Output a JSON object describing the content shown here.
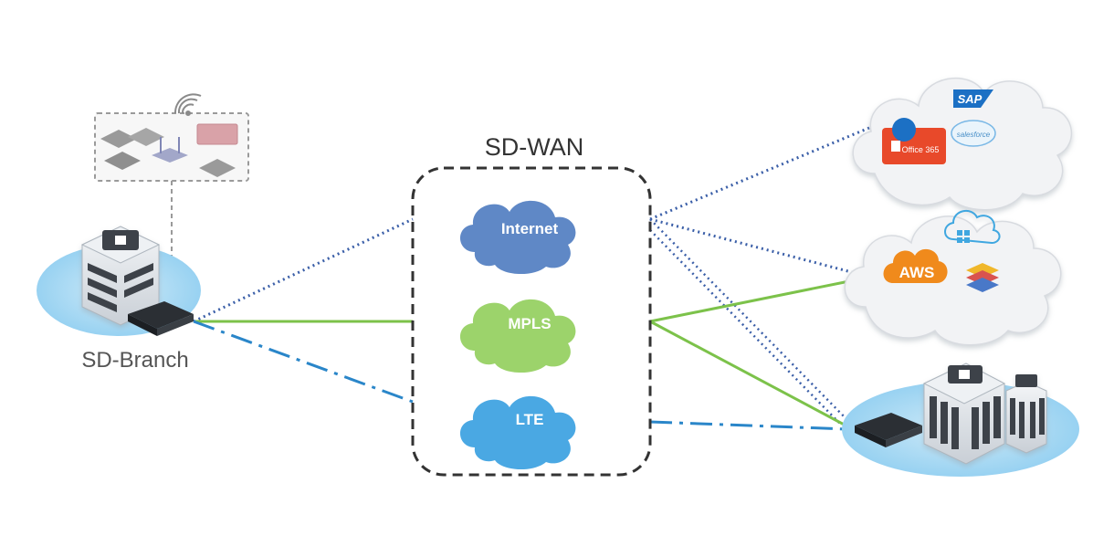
{
  "diagram": {
    "wan_title": "SD-WAN",
    "branch_label": "SD-Branch",
    "transports": [
      {
        "label": "Internet",
        "color": "#5f88c6",
        "link_style": "dotted",
        "link_color": "#3b5fa8"
      },
      {
        "label": "MPLS",
        "color": "#9cd36b",
        "link_style": "solid",
        "link_color": "#7cc24a"
      },
      {
        "label": "LTE",
        "color": "#4aa8e3",
        "link_style": "dash-dot",
        "link_color": "#2a86c9"
      }
    ],
    "saas_cloud": {
      "logos": [
        "SAP",
        "Office 365",
        "salesforce"
      ],
      "badge_colors": {
        "office": "#e8492a",
        "sap": "#1b6fc4",
        "salesforce": "#7ab8e6"
      }
    },
    "iaas_cloud": {
      "logos": [
        "AWS"
      ],
      "badge_colors": {
        "aws": "#f08a1c",
        "azure": "#3fa7e0",
        "stack": "#d9534f"
      }
    },
    "icons": [
      "wifi-icon",
      "router-icon",
      "building-icon",
      "datacenter-icon",
      "cloud-icon"
    ]
  }
}
